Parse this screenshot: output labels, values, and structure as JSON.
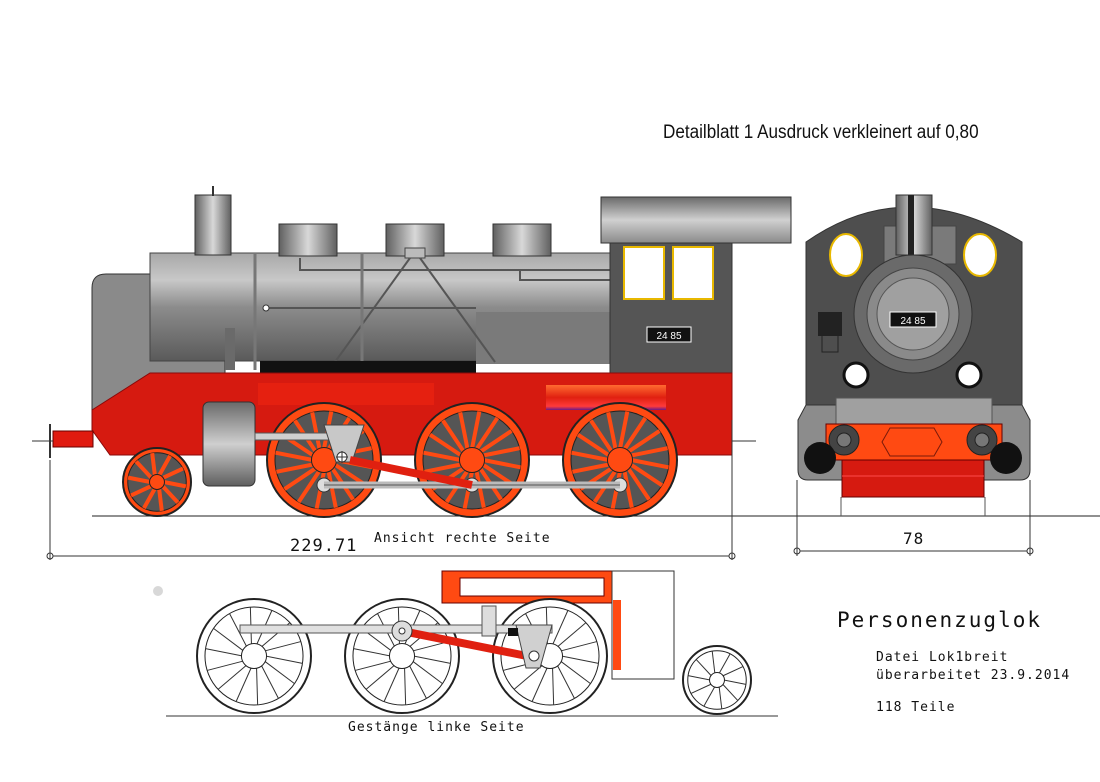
{
  "header": {
    "title": "Detailblatt 1   Ausdruck verkleinert auf 0,80"
  },
  "views": {
    "right_side_label": "Ansicht rechte Seite",
    "length_dimension": "229.71",
    "width_dimension": "78",
    "linkage_label": "Gestänge linke Seite",
    "number_plate": "24 85"
  },
  "info": {
    "name": "Personenzuglok",
    "file": "Datei Lok1breit",
    "edited": "überarbeitet 23.9.2014",
    "parts": "118 Teile"
  },
  "colors": {
    "frame_red": "#d61a10",
    "wheel_orange": "#ff4a12",
    "boiler_grey": "#9a9a9a",
    "cab_dark": "#505050",
    "window_yellow": "#e8b800",
    "purple_line": "#6a1a8a"
  }
}
